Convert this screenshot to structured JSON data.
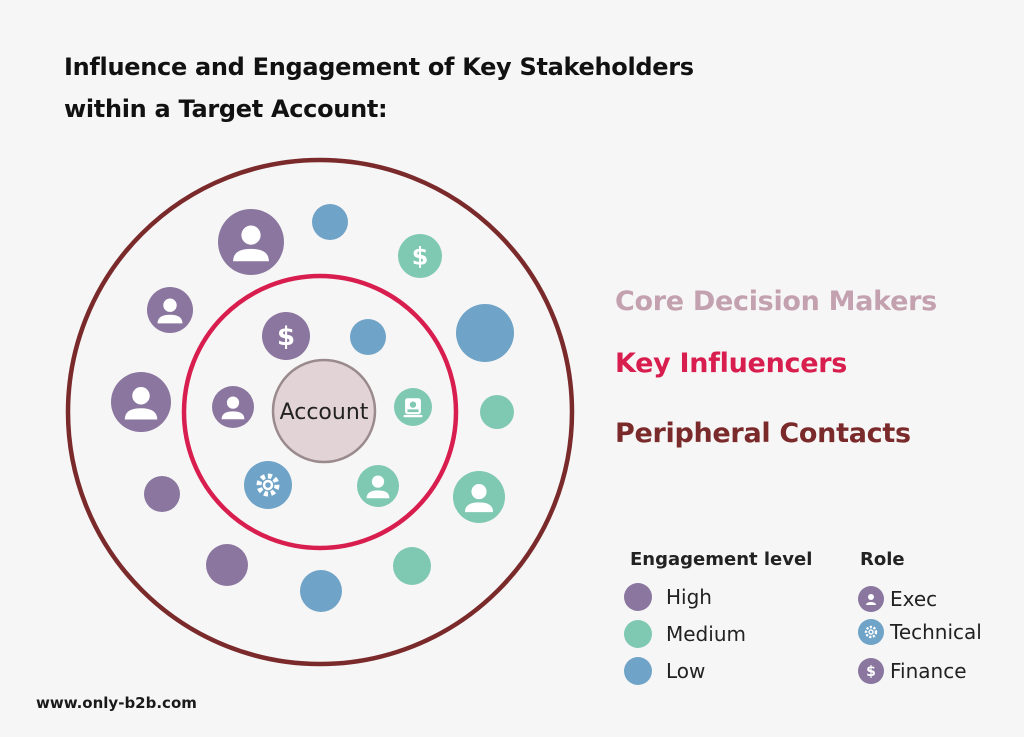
{
  "title_line1": "Influence and Engagement of Key Stakeholders",
  "title_line2": "within a Target Account:",
  "center_label": "Account",
  "tiers": {
    "core": "Core Decision Makers",
    "influencers": "Key Influencers",
    "peripheral": "Peripheral Contacts"
  },
  "legend": {
    "engagement_title": "Engagement level",
    "engagement": [
      {
        "label": "High",
        "level": "high"
      },
      {
        "label": "Medium",
        "level": "medium"
      },
      {
        "label": "Low",
        "level": "low"
      }
    ],
    "role_title": "Role",
    "roles": [
      {
        "label": "Exec",
        "icon": "person-icon"
      },
      {
        "label": "Technical",
        "icon": "gear-icon"
      },
      {
        "label": "Finance",
        "icon": "dollar-icon"
      }
    ]
  },
  "footer": "www.only-b2b.com",
  "colors": {
    "high": "#8a769f",
    "medium": "#7fc8b2",
    "low": "#6fa3c7",
    "outer_ring": "#7a2a2a",
    "inner_ring": "#d81e4e",
    "core_text": "#c3a1ae",
    "influencer_text": "#d81e4e",
    "peripheral_text": "#7a2a2a",
    "center_fill": "#e2d4d6",
    "center_stroke": "#9a8a8e"
  },
  "stakeholders": [
    {
      "ring": "outer",
      "level": "high",
      "icon": "person-icon"
    },
    {
      "ring": "outer",
      "level": "low",
      "icon": "none"
    },
    {
      "ring": "outer",
      "level": "medium",
      "icon": "dollar-icon"
    },
    {
      "ring": "outer",
      "level": "high",
      "icon": "person-icon"
    },
    {
      "ring": "outer",
      "level": "low",
      "icon": "none"
    },
    {
      "ring": "outer",
      "level": "high",
      "icon": "person-icon"
    },
    {
      "ring": "outer",
      "level": "medium",
      "icon": "none"
    },
    {
      "ring": "outer",
      "level": "high",
      "icon": "none"
    },
    {
      "ring": "outer",
      "level": "medium",
      "icon": "person-icon"
    },
    {
      "ring": "outer",
      "level": "high",
      "icon": "none"
    },
    {
      "ring": "outer",
      "level": "medium",
      "icon": "none"
    },
    {
      "ring": "outer",
      "level": "low",
      "icon": "none"
    },
    {
      "ring": "inner",
      "level": "high",
      "icon": "dollar-icon"
    },
    {
      "ring": "inner",
      "level": "low",
      "icon": "none"
    },
    {
      "ring": "inner",
      "level": "high",
      "icon": "person-icon"
    },
    {
      "ring": "inner",
      "level": "medium",
      "icon": "badge-icon"
    },
    {
      "ring": "inner",
      "level": "low",
      "icon": "gear-icon"
    },
    {
      "ring": "inner",
      "level": "medium",
      "icon": "person-icon"
    }
  ]
}
